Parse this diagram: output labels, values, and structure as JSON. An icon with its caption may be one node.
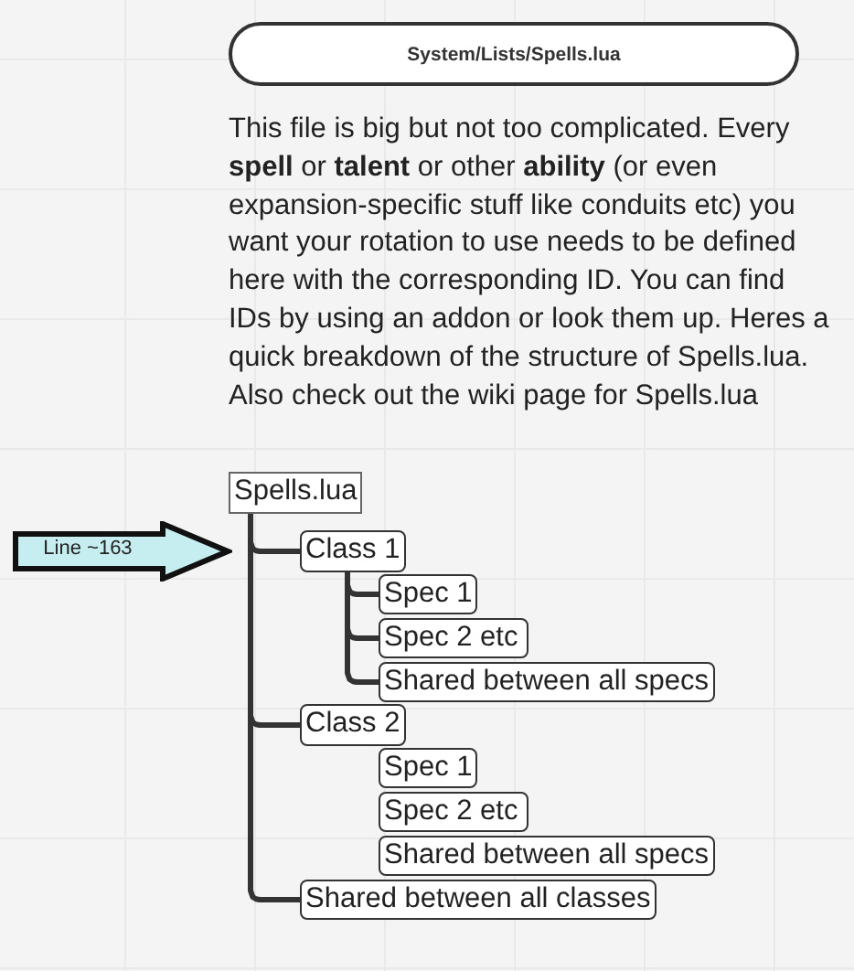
{
  "diagram": {
    "nodes": [
      {
        "text": [
          "System/Lists/Spells.lua"
        ]
      },
      {
        "text": [
          "Line ~163"
        ]
      },
      {
        "text": [
          "Spells.lua"
        ]
      },
      {
        "text": [
          "Class 1"
        ]
      },
      {
        "text": [
          "Spec 1"
        ]
      },
      {
        "text": [
          "Spec 2 etc"
        ]
      },
      {
        "text": [
          "Shared between all specs"
        ]
      },
      {
        "text": [
          "Class 2"
        ]
      },
      {
        "text": [
          "Spec 1"
        ]
      },
      {
        "text": [
          "Spec 2 etc"
        ]
      },
      {
        "text": [
          "Shared between all specs"
        ]
      },
      {
        "text": [
          "Shared between all classes"
        ]
      }
    ],
    "edges": [
      {
        "from": 2,
        "to": 3,
        "arrow": "none"
      },
      {
        "from": 3,
        "to": 4,
        "arrow": "none"
      },
      {
        "from": 3,
        "to": 5,
        "arrow": "none"
      },
      {
        "from": 3,
        "to": 6,
        "arrow": "none"
      },
      {
        "from": 2,
        "to": 7,
        "arrow": "none"
      },
      {
        "from": 2,
        "to": 11,
        "arrow": "none"
      }
    ],
    "labels": [
      "This file is big but not too complicated. Every **spell** or **talent** or other **ability** (or even expansion-specific stuff like conduits etc) you want your rotation to use needs to be defined here with the corresponding ID. You can find IDs by using an addon or look them up. Heres a quick breakdown of the structure of Spells.lua. Also check out the wiki page for Spells.lua"
    ]
  }
}
